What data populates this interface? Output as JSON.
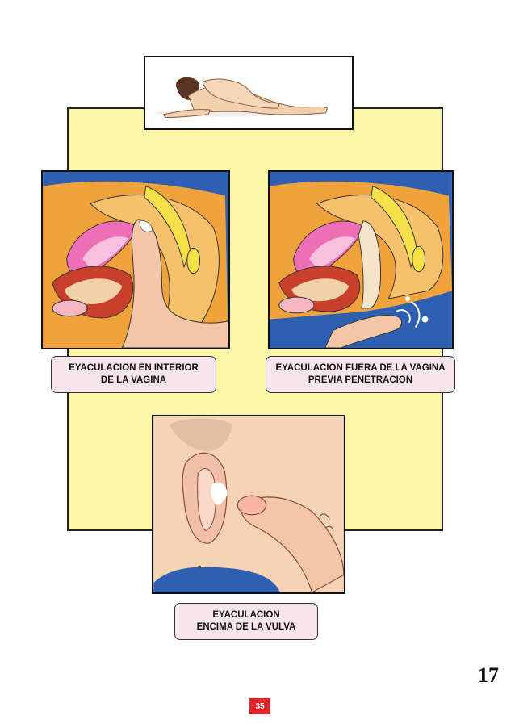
{
  "captions": {
    "interior": [
      "EYACULACION EN INTERIOR",
      "DE LA VAGINA"
    ],
    "exterior": [
      "EYACULACION FUERA DE LA VAGINA",
      "PREVIA PENETRACION"
    ],
    "vulva": [
      "EYACULACION",
      "ENCIMA DE LA VULVA"
    ]
  },
  "page": {
    "number": "17",
    "badge": "35"
  },
  "colors": {
    "background_panel": "#fbf6a6",
    "caption_fill": "#f6e6ec",
    "diagram_blue": "#2f5fb0",
    "diagram_orange": "#f0a23c",
    "badge_red": "#e0242a"
  }
}
